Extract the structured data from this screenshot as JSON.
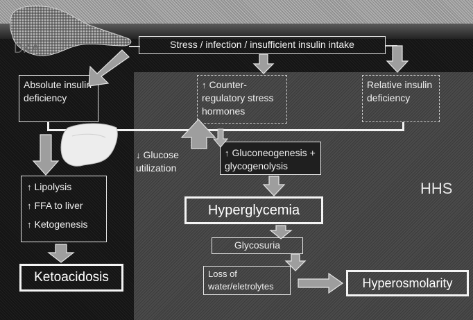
{
  "labels": {
    "dka": "DKA",
    "hhs": "HHS",
    "trigger": "Stress / infection / insufficient insulin intake",
    "absolute": "Absolute insulin deficiency",
    "counter": "Counter-regulatory stress hormones",
    "relative": "Relative insulin deficiency",
    "glucose_util": "Glucose utilization",
    "gluconeo": "Gluconeogenesis + glycogenolysis",
    "hyperglycemia": "Hyperglycemia",
    "glycosuria": "Glycosuria",
    "loss_water": "Loss of water/eletrolytes",
    "hyperosmolarity": "Hyperosmolarity",
    "ketoacidosis": "Ketoacidosis",
    "lipolysis": "Lipolysis",
    "ffa": "FFA to liver",
    "ketogenesis": "Ketogenesis"
  },
  "symbols": {
    "up_arrow": "↑",
    "down_arrow": "↓"
  },
  "colors": {
    "arrow_fill": "#9e9e9e",
    "arrow_stroke": "#e0e0e0",
    "box_border": "#f4f4f4",
    "text": "#f0f0f0"
  },
  "icons": {
    "pancreas": "pancreas-icon",
    "liver": "liver-icon"
  }
}
